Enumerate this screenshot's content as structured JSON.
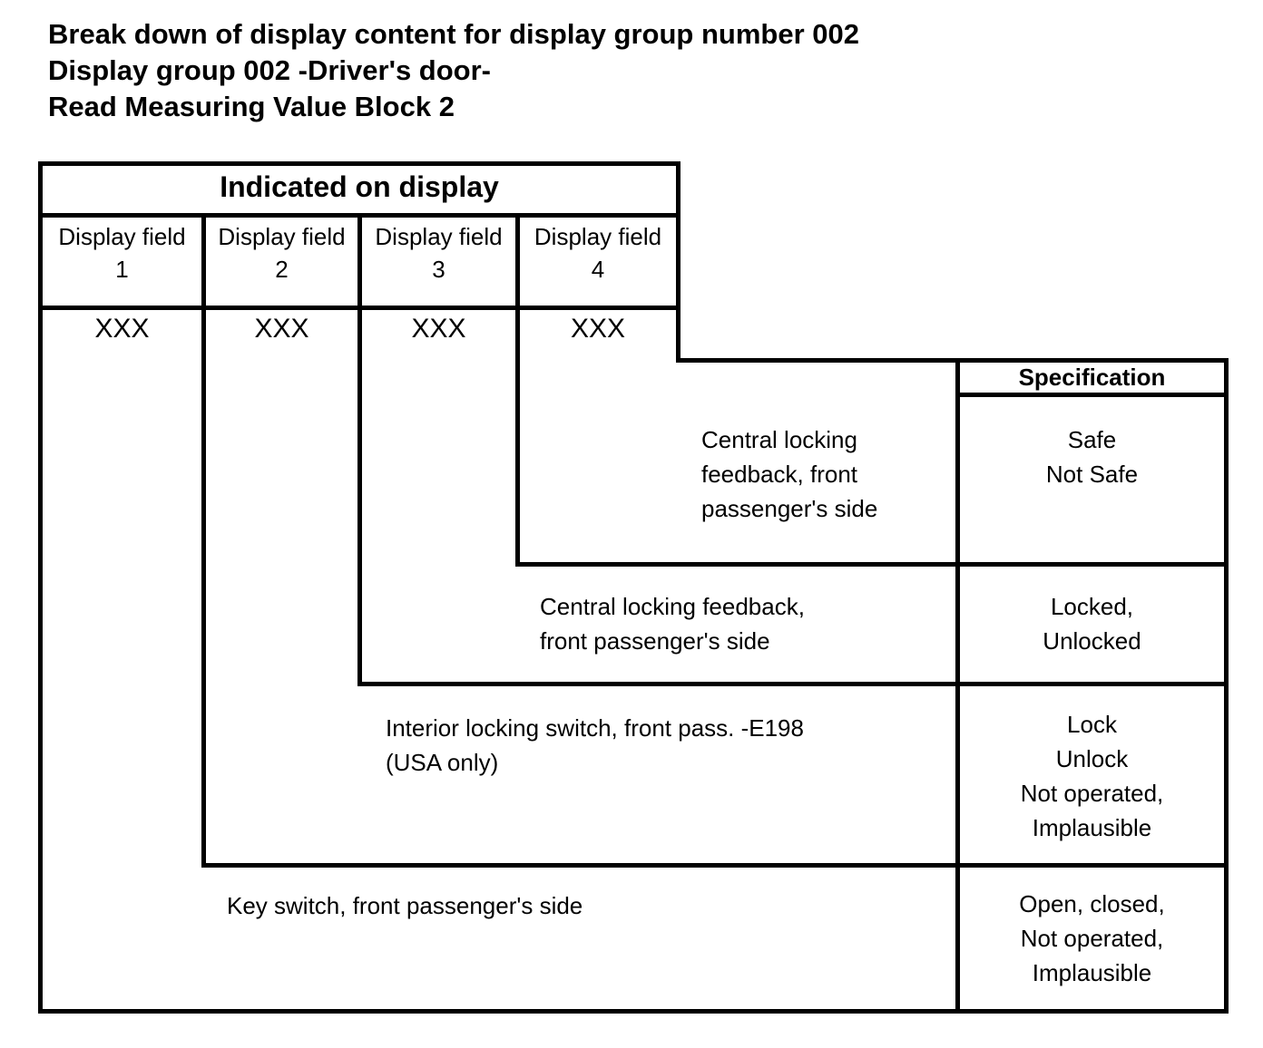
{
  "title": {
    "line1": "Break down of display content for display group number 002",
    "line2": "Display group 002 -Driver's door-",
    "line3": "Read Measuring Value Block 2"
  },
  "table": {
    "display_header": "Indicated on display",
    "spec_header": "Specification",
    "fields": [
      {
        "label": "Display field",
        "number": "1",
        "value": "XXX"
      },
      {
        "label": "Display field",
        "number": "2",
        "value": "XXX"
      },
      {
        "label": "Display field",
        "number": "3",
        "value": "XXX"
      },
      {
        "label": "Display field",
        "number": "4",
        "value": "XXX"
      }
    ],
    "rows": [
      {
        "linked_display_field": "4",
        "description_lines": [
          "Central locking",
          "feedback, front",
          "passenger's side"
        ],
        "specification_lines": [
          "Safe",
          "Not Safe"
        ]
      },
      {
        "linked_display_field": "3",
        "description_lines": [
          "Central locking feedback,",
          "front passenger's side"
        ],
        "specification_lines": [
          "Locked,",
          "Unlocked"
        ]
      },
      {
        "linked_display_field": "2",
        "description_lines": [
          "Interior locking switch, front pass. -E198",
          "(USA only)"
        ],
        "specification_lines": [
          "Lock",
          "Unlock",
          "Not operated,",
          "Implausible"
        ]
      },
      {
        "linked_display_field": "1",
        "description_lines": [
          "Key switch, front passenger's side"
        ],
        "specification_lines": [
          "Open, closed,",
          "Not operated,",
          "Implausible"
        ]
      }
    ]
  },
  "colors": {
    "foreground": "#000000",
    "background": "#ffffff"
  }
}
